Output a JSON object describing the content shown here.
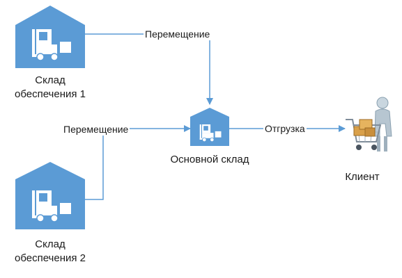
{
  "nodes": {
    "warehouse1": {
      "line1": "Склад",
      "line2": "обеспечения 1",
      "icon": "forklift-warehouse-icon"
    },
    "warehouse2": {
      "line1": "Склад",
      "line2": "обеспечения 2",
      "icon": "forklift-warehouse-icon"
    },
    "main": {
      "label": "Основной склад",
      "icon": "forklift-warehouse-icon"
    },
    "client": {
      "label": "Клиент",
      "icon": "shopping-cart-person-icon"
    }
  },
  "edges": {
    "move1": "Перемещение",
    "move2": "Перемещение",
    "shipment": "Отгрузка"
  },
  "colors": {
    "warehouse_fill": "#5b9bd5",
    "line": "#5b9bd5",
    "icon": "#ffffff"
  }
}
